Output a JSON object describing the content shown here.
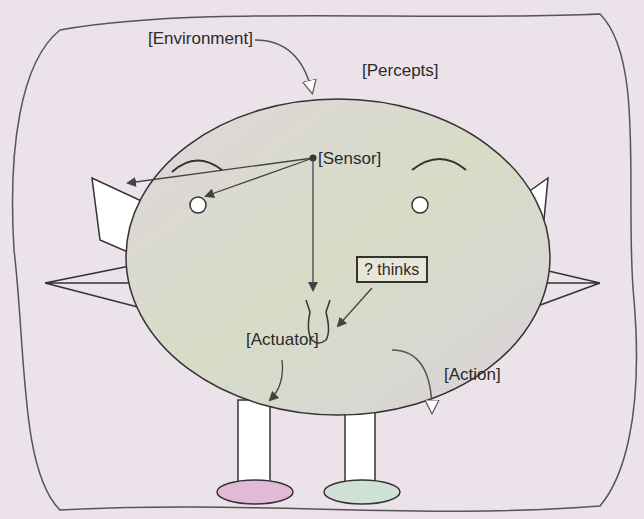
{
  "diagram": {
    "nodes": [
      {
        "text": [
          "? thinks"
        ]
      }
    ],
    "labels": [
      "[Environment]",
      "[Percepts]",
      "[Sensor]",
      "[Actuator]",
      "[Action]"
    ]
  }
}
